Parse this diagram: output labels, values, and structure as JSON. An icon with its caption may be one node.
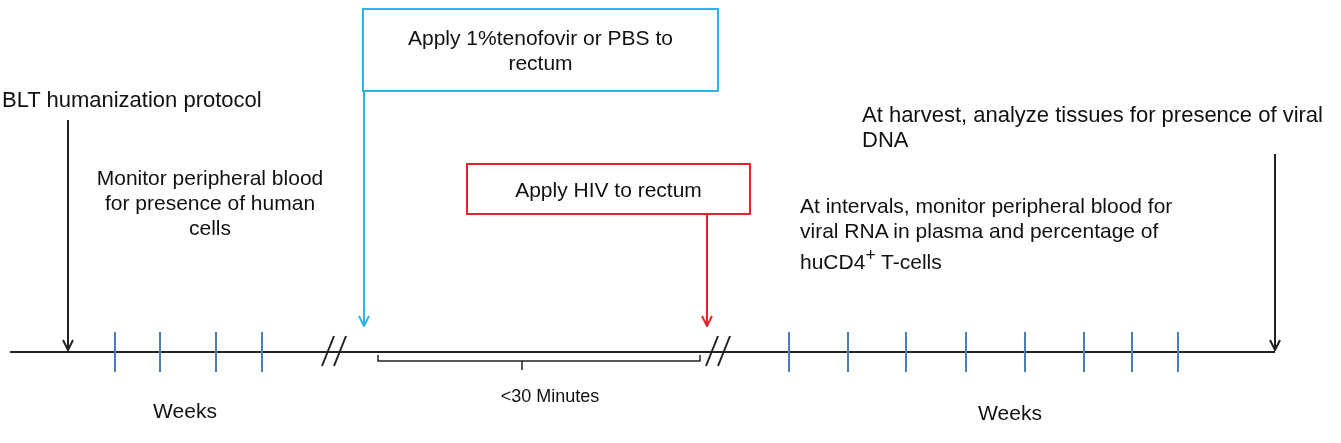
{
  "diagram": {
    "nodes": [
      {
        "text": [
          "BLT humanization protocol"
        ]
      },
      {
        "text": [
          "Apply 1%tenofovir or PBS to rectum"
        ]
      },
      {
        "text": [
          "Apply HIV to rectum"
        ]
      },
      {
        "text": [
          "At harvest, analyze tissues for presence of viral DNA"
        ]
      }
    ],
    "edges": [
      {
        "from": 0,
        "to": null,
        "arrow": "to"
      },
      {
        "from": 1,
        "to": null,
        "arrow": "to",
        "color": "#33b0e6"
      },
      {
        "from": 2,
        "to": null,
        "arrow": "to",
        "color": "#e0262b"
      },
      {
        "from": 3,
        "to": null,
        "arrow": "to"
      }
    ],
    "labels": [
      "Monitor peripheral blood for presence of human cells",
      "At intervals, monitor peripheral blood for viral RNA in plasma and percentage of huCD4$^{+}$ T-cells",
      "Weeks",
      "<30 Minutes",
      "Weeks"
    ]
  }
}
